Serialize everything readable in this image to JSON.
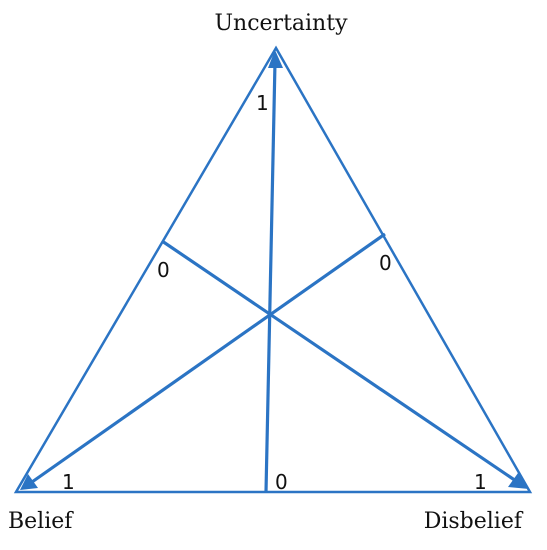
{
  "vertices": {
    "top": "Uncertainty",
    "left": "Belief",
    "right": "Disbelief"
  },
  "ticks": {
    "uncertainty_one": "1",
    "uncertainty_zero": "0",
    "belief_one": "1",
    "belief_zero": "0",
    "disbelief_one": "1",
    "disbelief_zero": "0"
  },
  "colors": {
    "line": "#2b74c4"
  }
}
